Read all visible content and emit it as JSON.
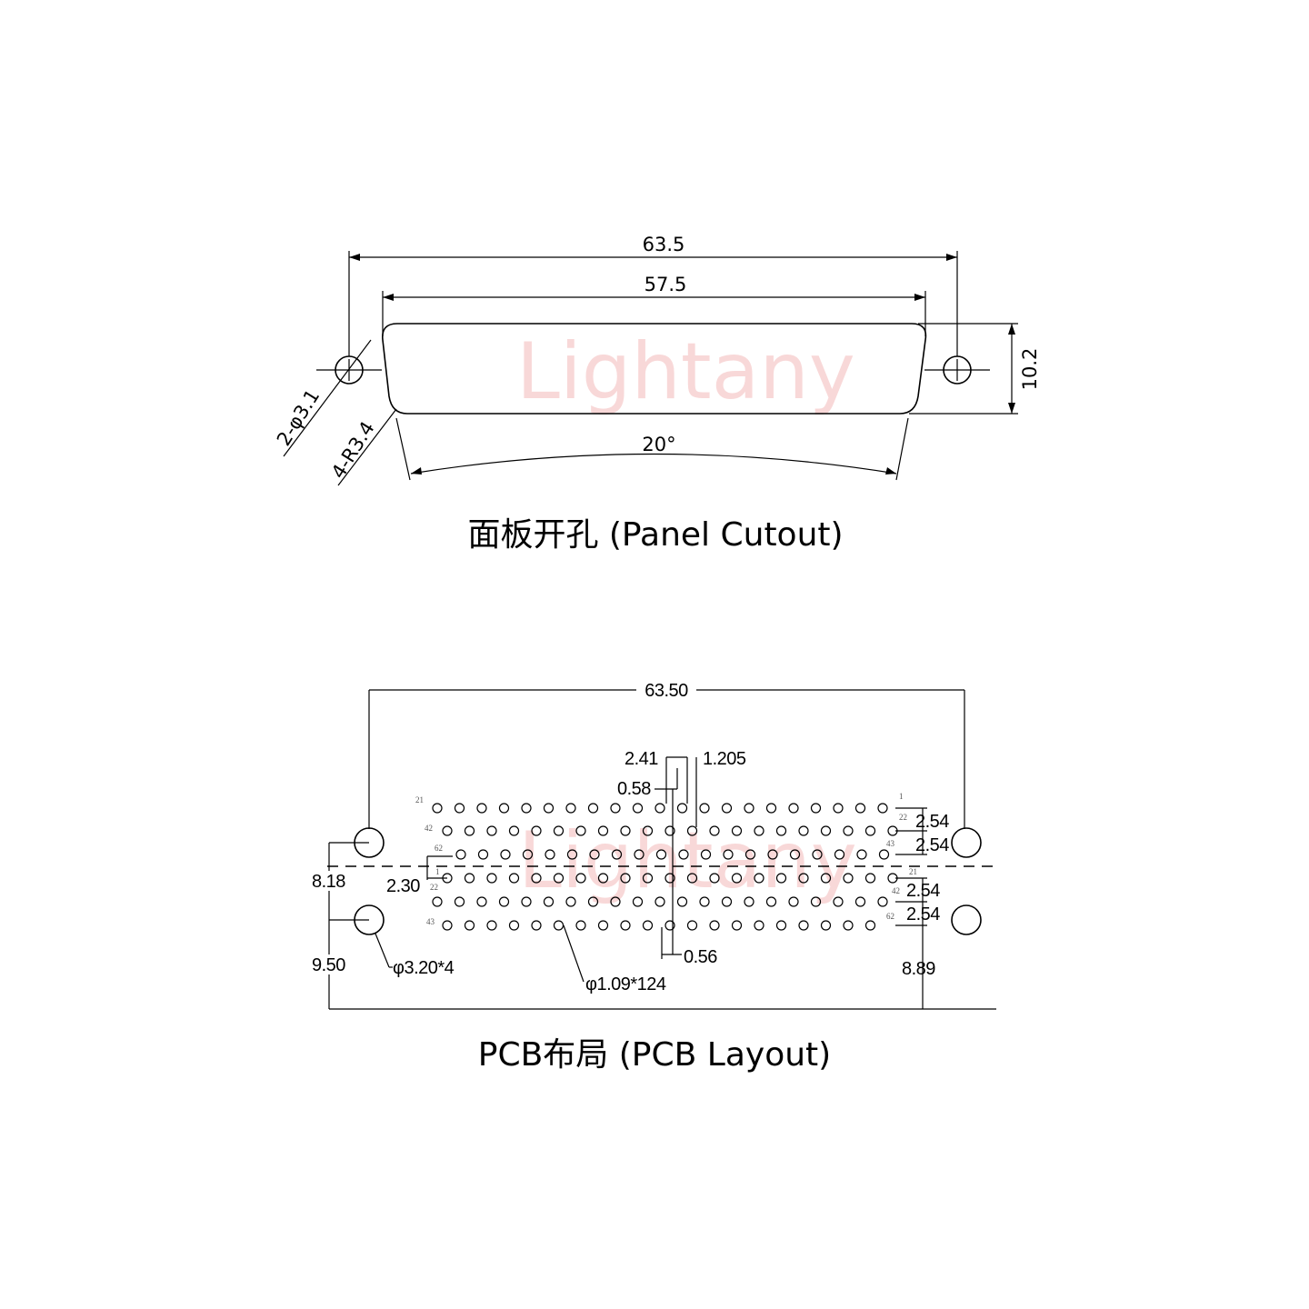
{
  "watermark": "Lightany",
  "panel": {
    "caption": "面板开孔 (Panel Cutout)",
    "dim_total_width": "63.5",
    "dim_cutout_width": "57.5",
    "dim_height": "10.2",
    "dim_angle": "20°",
    "dim_holes": "2-φ3.1",
    "dim_radius": "4-R3.4"
  },
  "pcb": {
    "caption": "PCB布局 (PCB Layout)",
    "dim_total_width": "63.50",
    "dim_col_offset": "2.41",
    "dim_half_pitch": "1.205",
    "dim_small_offset": "0.58",
    "dim_row_pitch_1": "2.54",
    "dim_row_pitch_2": "2.54",
    "dim_row_pitch_3": "2.54",
    "dim_row_pitch_4": "2.54",
    "dim_left_top": "8.18",
    "dim_left_bottom": "9.50",
    "dim_row_shift": "2.30",
    "dim_bottom_offset": "0.56",
    "dim_right_bottom": "8.89",
    "dim_mount_holes": "φ3.20*4",
    "dim_pin_holes": "φ1.09*124",
    "pin_labels": {
      "top_r1_left": "21",
      "top_r1_right": "1",
      "top_r2_left": "42",
      "top_r2_right": "22",
      "top_r3_left": "62",
      "top_r3_right": "43",
      "bot_r1_left": "1",
      "bot_r1_right": "21",
      "bot_r2_left": "22",
      "bot_r2_right": "42",
      "bot_r3_left": "43",
      "bot_r3_right": "62"
    }
  },
  "colors": {
    "line": "#000000",
    "watermark": "#f6c8c8"
  },
  "icons": {
    "mount_hole": "circle-with-crosshair-icon",
    "pcb_hole": "circle-icon"
  }
}
